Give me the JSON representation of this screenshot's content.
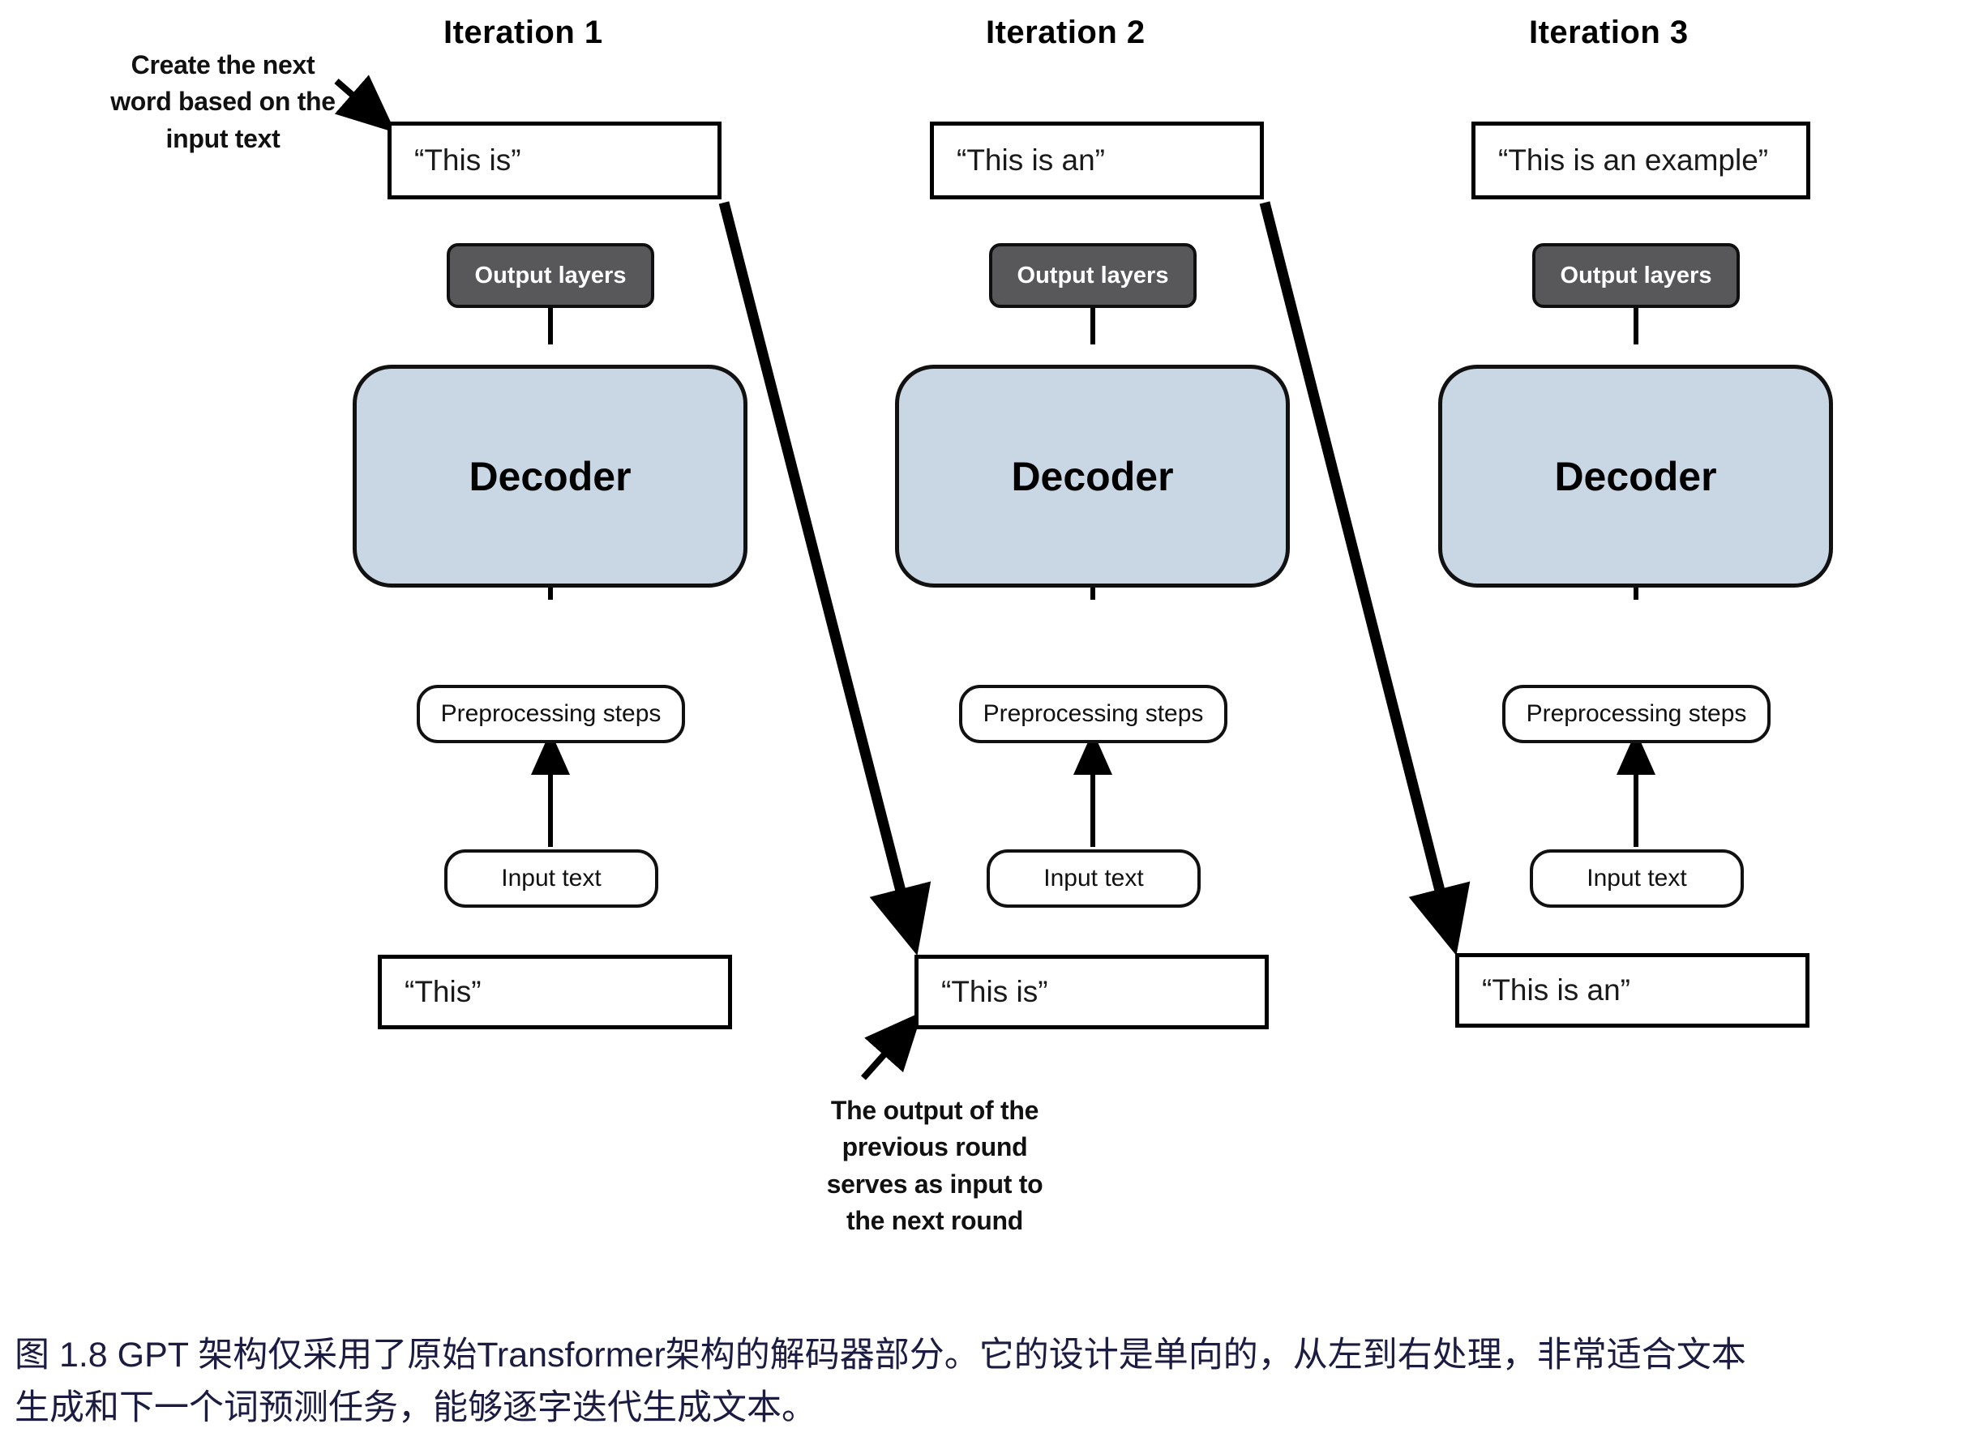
{
  "figure": {
    "columns": [
      {
        "title": "Iteration 1",
        "output_text": "“This is”",
        "output_layers_label": "Output layers",
        "decoder_label": "Decoder",
        "preprocessing_label": "Preprocessing steps",
        "input_label": "Input text",
        "input_text": "“This”"
      },
      {
        "title": "Iteration 2",
        "output_text": "“This is an”",
        "output_layers_label": "Output layers",
        "decoder_label": "Decoder",
        "preprocessing_label": "Preprocessing steps",
        "input_label": "Input text",
        "input_text": "“This is”"
      },
      {
        "title": "Iteration 3",
        "output_text": "“This is an example”",
        "output_layers_label": "Output layers",
        "decoder_label": "Decoder",
        "preprocessing_label": "Preprocessing steps",
        "input_label": "Input text",
        "input_text": "“This is an”"
      }
    ],
    "annotations": {
      "top_left": {
        "line1": "Create the next",
        "line2": "word based on the",
        "line3": "input text"
      },
      "bottom": {
        "line1": "The output of the",
        "line2": "previous round",
        "line3": "serves as input to",
        "line4": "the next round"
      }
    }
  },
  "caption": {
    "line1": "图 1.8  GPT 架构仅采用了原始Transformer架构的解码器部分。它的设计是单向的，从左到右处理，非常适合文本",
    "line2": "生成和下一个词预测任务，能够逐字迭代生成文本。"
  },
  "colors": {
    "decoder_fill": "#c9d6e4",
    "output_layers_fill": "#58585a",
    "caption_text": "#1c1c42",
    "stroke": "#000000"
  }
}
